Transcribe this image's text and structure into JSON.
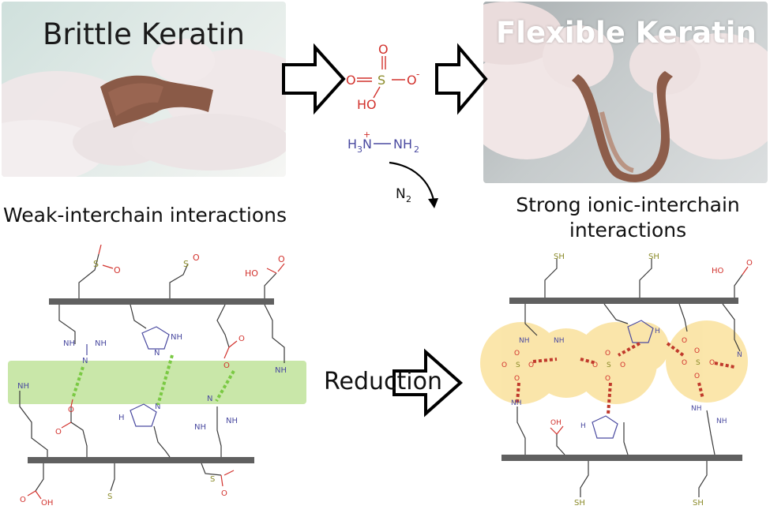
{
  "photos": {
    "left_title": "Brittle Keratin",
    "right_title": "Flexible Keratin"
  },
  "reagents": {
    "bisulfite": {
      "o_top": "O",
      "o_left": "O",
      "s": "S",
      "o_right": "O",
      "o_right_charge": "-",
      "ho": "HO"
    },
    "hydrazine": {
      "h3n": "H",
      "h3_sub": "3",
      "n_plus": "N",
      "plus": "+",
      "nh2": "NH",
      "nh2_sub": "2"
    },
    "nitrogen": {
      "n": "N",
      "sub": "2"
    }
  },
  "captions": {
    "left": "Weak-interchain interactions",
    "right_line1": "Strong ionic-interchain",
    "right_line2": "interactions"
  },
  "process": {
    "reduction_label": "Reduction"
  },
  "chem_labels": {
    "sh": "SH",
    "nh": "NH",
    "nh2": "NH",
    "h": "H",
    "o": "O",
    "oh": "OH",
    "ho": "HO",
    "s": "S",
    "n": "N",
    "minus": "-",
    "plus": "+"
  },
  "colors": {
    "oxygen": "#d2322d",
    "nitrogen": "#4a4aa0",
    "sulfur": "#8a8a28",
    "backbone": "#606060",
    "chain": "#3a3a3a",
    "hbond_green": "#7ac943",
    "green_band": "#bfe39a",
    "ionic_red": "#c0392b",
    "halo": "#f6c744"
  }
}
